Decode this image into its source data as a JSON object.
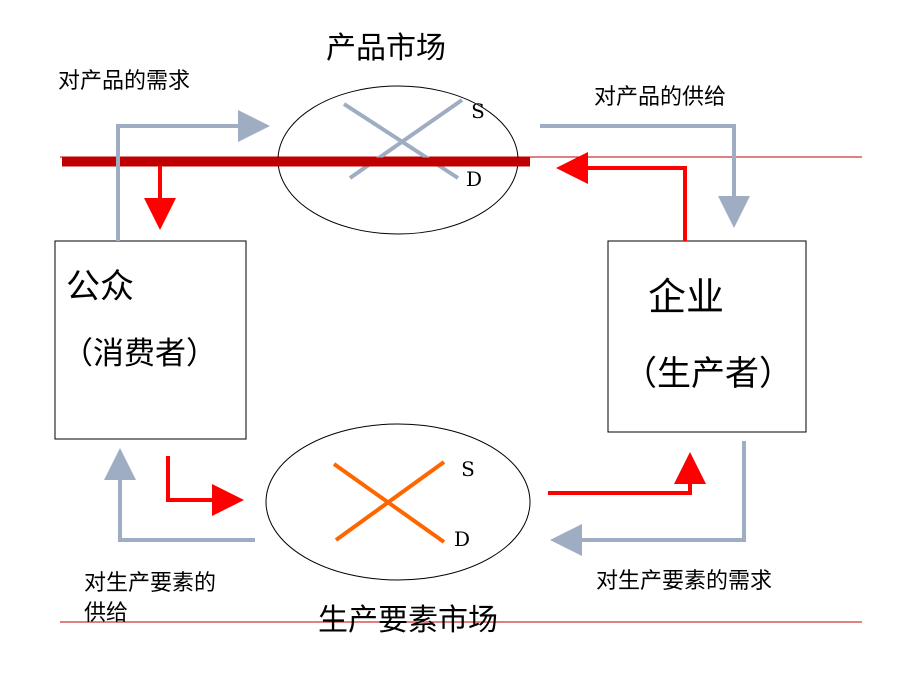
{
  "product_market": {
    "title": "产品市场",
    "supply_label": "S",
    "demand_label": "D"
  },
  "factor_market": {
    "title": "生产要素市场",
    "supply_label": "S",
    "demand_label": "D"
  },
  "households": {
    "title": "公众",
    "subtitle": "（消费者）"
  },
  "firms": {
    "title": "企业",
    "subtitle": "（生产者）"
  },
  "flows": {
    "demand_for_products": "对产品的需求",
    "supply_of_products": "对产品的供给",
    "supply_of_factors_line1": "对生产要素的",
    "supply_of_factors_line2": "供给",
    "demand_for_factors": "对生产要素的需求"
  },
  "colors": {
    "real_flow": "#9eadc2",
    "money_flow": "#ff0000",
    "money_bar": "#c00000",
    "product_cross": "#9eadc2",
    "factor_cross": "#ff6600",
    "thin_rule": "#c00000"
  }
}
